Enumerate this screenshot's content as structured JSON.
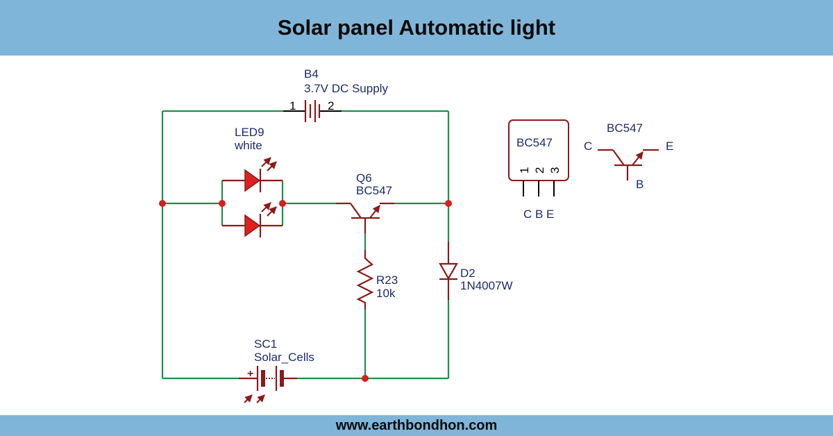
{
  "header": {
    "title": "Solar panel Automatic light"
  },
  "footer": {
    "website": "www.earthbondhon.com"
  },
  "colors": {
    "banner": "#7fb5d8",
    "wire": "#1f8f4a",
    "component": "#8b1a1a",
    "junction": "#d42020",
    "led_fill": "#e02020",
    "label": "#1e2a6b"
  },
  "components": {
    "battery": {
      "ref": "B4",
      "value": "3.7V DC Supply",
      "pin1": "1",
      "pin2": "2"
    },
    "led": {
      "ref": "LED9",
      "value": "white"
    },
    "transistor": {
      "ref": "Q6",
      "value": "BC547"
    },
    "resistor": {
      "ref": "R23",
      "value": "10k"
    },
    "diode": {
      "ref": "D2",
      "value": "1N4007W"
    },
    "solar": {
      "ref": "SC1",
      "value": "Solar_Cells",
      "polarity": "+"
    }
  },
  "pinout": {
    "package_label": "BC547",
    "pin_numbers": [
      "1",
      "2",
      "3"
    ],
    "pin_names": "C B E",
    "symbol_label": "BC547",
    "symbol_c": "C",
    "symbol_b": "B",
    "symbol_e": "E"
  }
}
